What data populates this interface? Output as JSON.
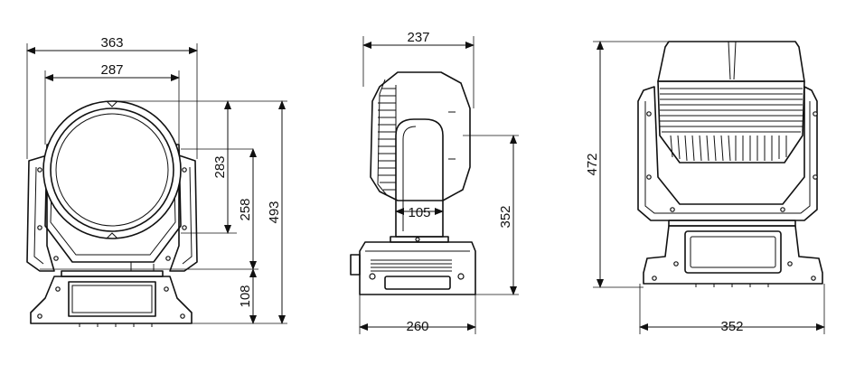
{
  "front_view": {
    "overall_width": "363",
    "lens_width": "287",
    "head_height": "283",
    "yoke_height": "258",
    "overall_height": "493",
    "base_height": "108"
  },
  "side_view": {
    "head_depth": "237",
    "arm_width": "105",
    "pivot_height": "352",
    "base_depth": "260"
  },
  "rear_view": {
    "overall_height": "472",
    "base_width": "352"
  },
  "colors": {
    "line": "#111111",
    "background": "#ffffff"
  }
}
